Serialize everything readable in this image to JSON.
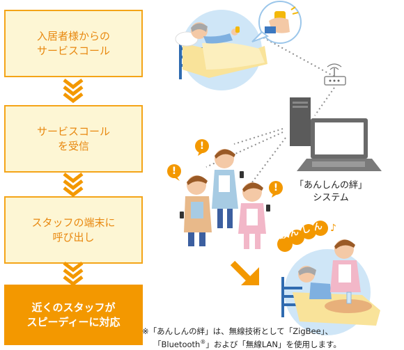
{
  "flow": {
    "steps": [
      "入居者様からの\nサービスコール",
      "サービスコール\nを受信",
      "スタッフの端末に\n呼び出し",
      "近くのスタッフが\nスピーディーに対応"
    ]
  },
  "system": {
    "label_line1": "「あんしんの絆」",
    "label_line2": "システム"
  },
  "caption": {
    "anshin": "あんしん"
  },
  "alerts": [
    "!",
    "!",
    "!"
  ],
  "note": {
    "line1": "※「あんしんの絆」は、無線技術として「ZigBee」、",
    "line2_a": "「Bluetooth",
    "line2_reg": "®",
    "line2_b": "」および「無線LAN」を使用します。"
  },
  "colors": {
    "accent": "#f39800",
    "box_fill": "#fdf6d4",
    "box_border": "#f4a417",
    "text_orange": "#e8880f"
  }
}
